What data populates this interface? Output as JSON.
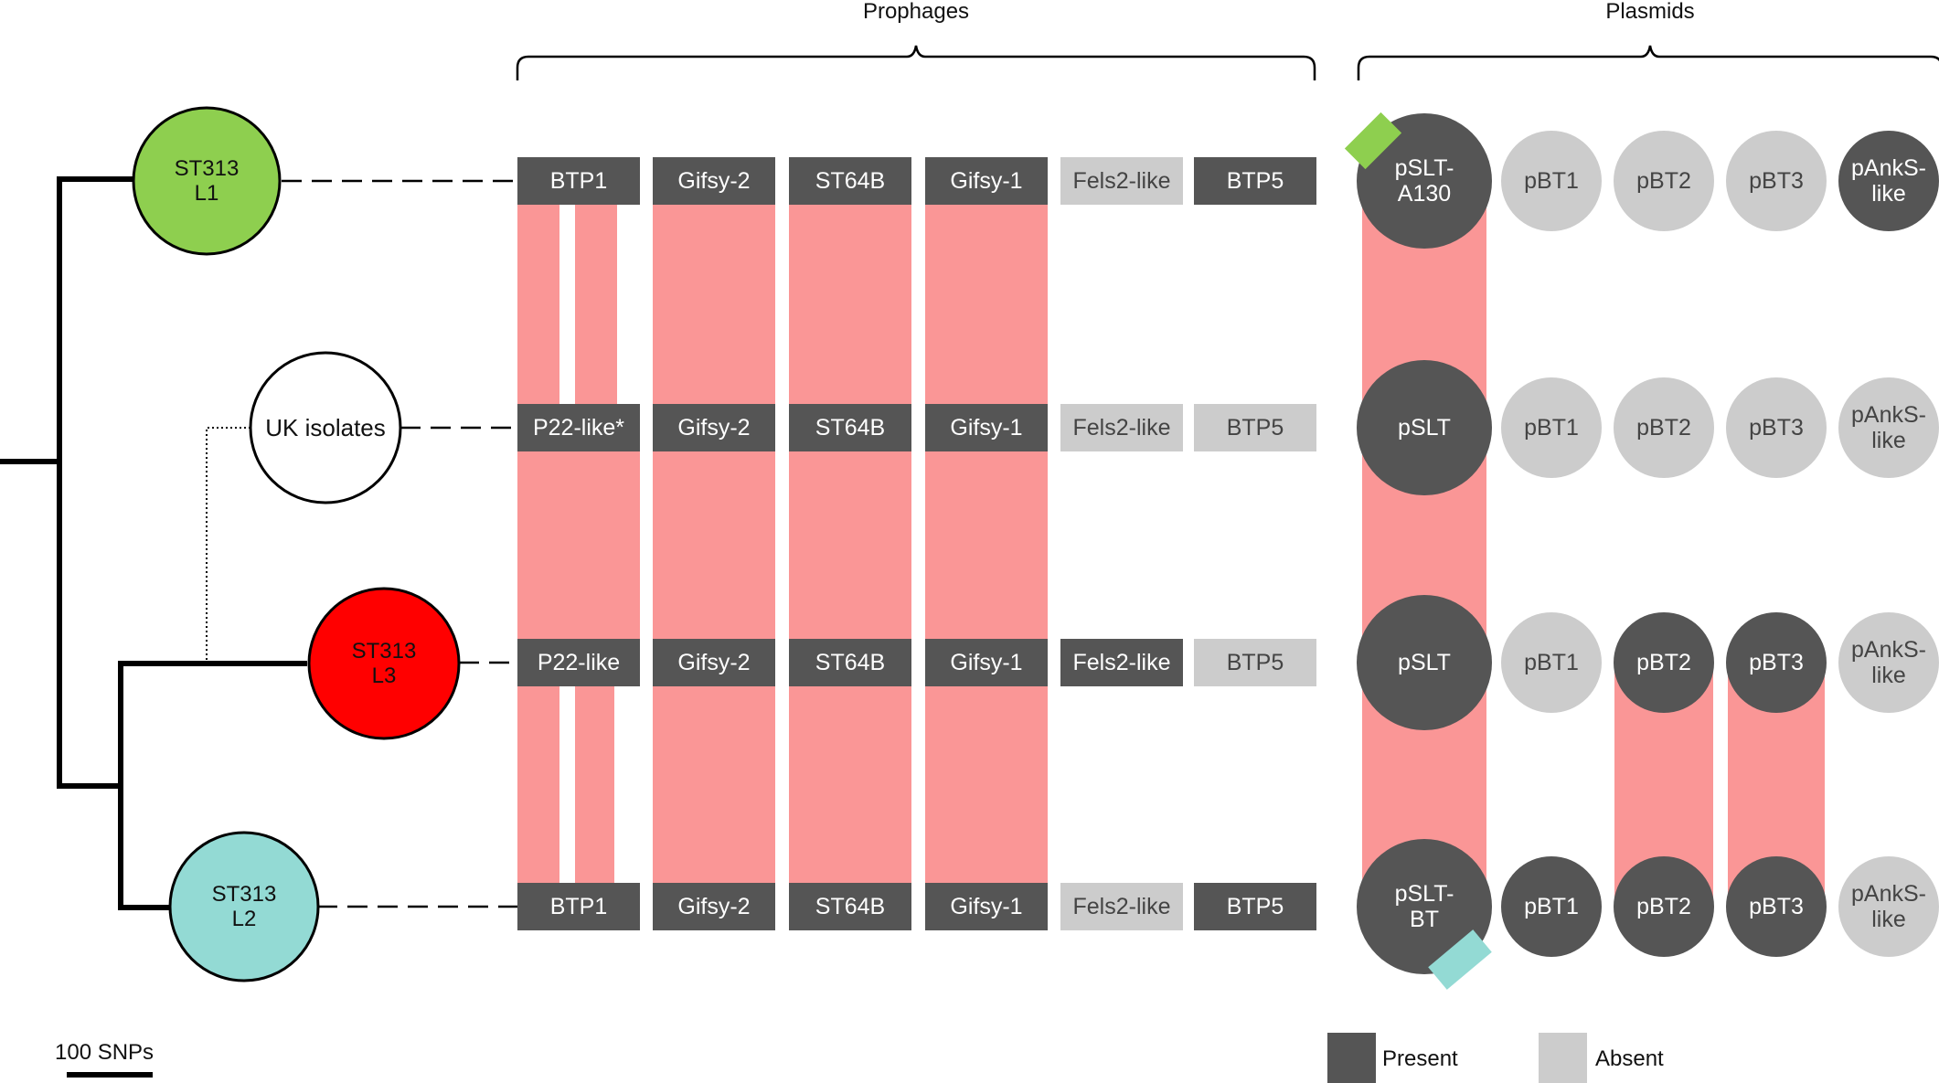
{
  "headers": {
    "prophages": "Prophages",
    "plasmids": "Plasmids"
  },
  "colors": {
    "present": "#555555",
    "absent": "#cccccc",
    "shared": "#fa9696",
    "l1": "#8ecf4f",
    "l2": "#93dad4",
    "l3": "#ff0000",
    "uk": "#ffffff",
    "line": "#000000"
  },
  "nodes": [
    {
      "id": "l1",
      "lines": [
        "ST313",
        "L1"
      ],
      "color": "l1"
    },
    {
      "id": "uk",
      "lines": [
        "UK isolates"
      ],
      "color": "uk"
    },
    {
      "id": "l3",
      "lines": [
        "ST313",
        "L3"
      ],
      "color": "l3"
    },
    {
      "id": "l2",
      "lines": [
        "ST313",
        "L2"
      ],
      "color": "l2"
    }
  ],
  "prophage_rows": [
    [
      {
        "label": "BTP1",
        "present": true
      },
      {
        "label": "Gifsy-2",
        "present": true
      },
      {
        "label": "ST64B",
        "present": true
      },
      {
        "label": "Gifsy-1",
        "present": true
      },
      {
        "label": "Fels2-like",
        "present": false
      },
      {
        "label": "BTP5",
        "present": true
      }
    ],
    [
      {
        "label": "P22-like*",
        "present": true
      },
      {
        "label": "Gifsy-2",
        "present": true
      },
      {
        "label": "ST64B",
        "present": true
      },
      {
        "label": "Gifsy-1",
        "present": true
      },
      {
        "label": "Fels2-like",
        "present": false
      },
      {
        "label": "BTP5",
        "present": false
      }
    ],
    [
      {
        "label": "P22-like",
        "present": true
      },
      {
        "label": "Gifsy-2",
        "present": true
      },
      {
        "label": "ST64B",
        "present": true
      },
      {
        "label": "Gifsy-1",
        "present": true
      },
      {
        "label": "Fels2-like",
        "present": true
      },
      {
        "label": "BTP5",
        "present": false
      }
    ],
    [
      {
        "label": "BTP1",
        "present": true
      },
      {
        "label": "Gifsy-2",
        "present": true
      },
      {
        "label": "ST64B",
        "present": true
      },
      {
        "label": "Gifsy-1",
        "present": true
      },
      {
        "label": "Fels2-like",
        "present": false
      },
      {
        "label": "BTP5",
        "present": true
      }
    ]
  ],
  "plasmid_rows": [
    [
      {
        "lines": [
          "pSLT-",
          "A130"
        ],
        "present": true
      },
      {
        "lines": [
          "pBT1"
        ],
        "present": false
      },
      {
        "lines": [
          "pBT2"
        ],
        "present": false
      },
      {
        "lines": [
          "pBT3"
        ],
        "present": false
      },
      {
        "lines": [
          "pAnkS-",
          "like"
        ],
        "present": true
      }
    ],
    [
      {
        "lines": [
          "pSLT"
        ],
        "present": true
      },
      {
        "lines": [
          "pBT1"
        ],
        "present": false
      },
      {
        "lines": [
          "pBT2"
        ],
        "present": false
      },
      {
        "lines": [
          "pBT3"
        ],
        "present": false
      },
      {
        "lines": [
          "pAnkS-",
          "like"
        ],
        "present": false
      }
    ],
    [
      {
        "lines": [
          "pSLT"
        ],
        "present": true
      },
      {
        "lines": [
          "pBT1"
        ],
        "present": false
      },
      {
        "lines": [
          "pBT2"
        ],
        "present": true
      },
      {
        "lines": [
          "pBT3"
        ],
        "present": true
      },
      {
        "lines": [
          "pAnkS-",
          "like"
        ],
        "present": false
      }
    ],
    [
      {
        "lines": [
          "pSLT-",
          "BT"
        ],
        "present": true
      },
      {
        "lines": [
          "pBT1"
        ],
        "present": true
      },
      {
        "lines": [
          "pBT2"
        ],
        "present": true
      },
      {
        "lines": [
          "pBT3"
        ],
        "present": true
      },
      {
        "lines": [
          "pAnkS-",
          "like"
        ],
        "present": false
      }
    ]
  ],
  "scale_bar": {
    "label": "100 SNPs"
  },
  "legend": {
    "present": "Present",
    "absent": "Absent"
  }
}
